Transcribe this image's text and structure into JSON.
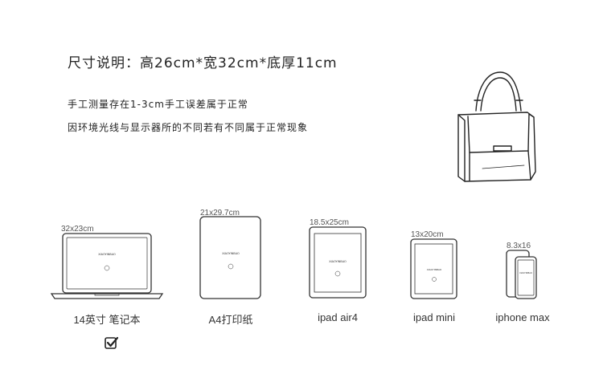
{
  "header": {
    "title": "尺寸说明：高26cm*宽32cm*底厚11cm",
    "note_1": "手工测量存在1-3cm手工误差属于正常",
    "note_2": "因环境光线与显示器所的不同若有不同属于正常现象"
  },
  "devices": [
    {
      "dimension": "32x23cm",
      "label": "14英寸 笔记本",
      "icon": "laptop-icon"
    },
    {
      "dimension": "21x29.7cm",
      "label": "A4打印纸",
      "icon": "paper-icon"
    },
    {
      "dimension": "18.5x25cm",
      "label": "ipad air4",
      "icon": "tablet-icon"
    },
    {
      "dimension": "13x20cm",
      "label": "ipad mini",
      "icon": "small-tablet-icon"
    },
    {
      "dimension": "8.3x16",
      "label": "iphone max",
      "icon": "phone-icon"
    }
  ],
  "selected_icon": "checkbox-checked-icon",
  "illustration": "handbag-icon"
}
